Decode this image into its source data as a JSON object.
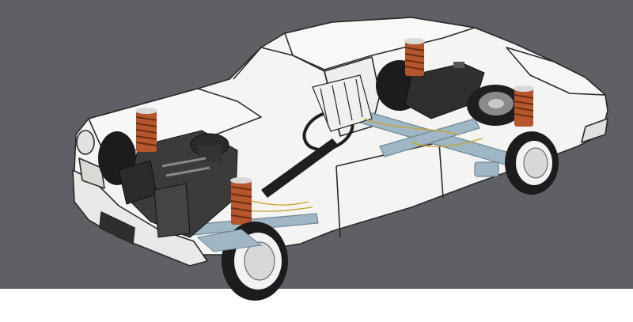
{
  "image": {
    "subject": "cutaway-car-illustration",
    "colors": {
      "backdrop": "#5f6065",
      "body": "#f4f4f2",
      "outline": "#2a2a2a",
      "spring": "#b5562c",
      "tire": "#1c1c1c",
      "hubcap": "#e6e6e6",
      "chassis": "#9fb7c4",
      "engine": "#3b3b3b",
      "wire": "#c9a22a"
    },
    "icons": [
      "front-coil-spring",
      "rear-coil-spring",
      "steering-wheel",
      "spare-tire",
      "fuel-tank",
      "engine-block",
      "air-cleaner",
      "battery"
    ]
  }
}
